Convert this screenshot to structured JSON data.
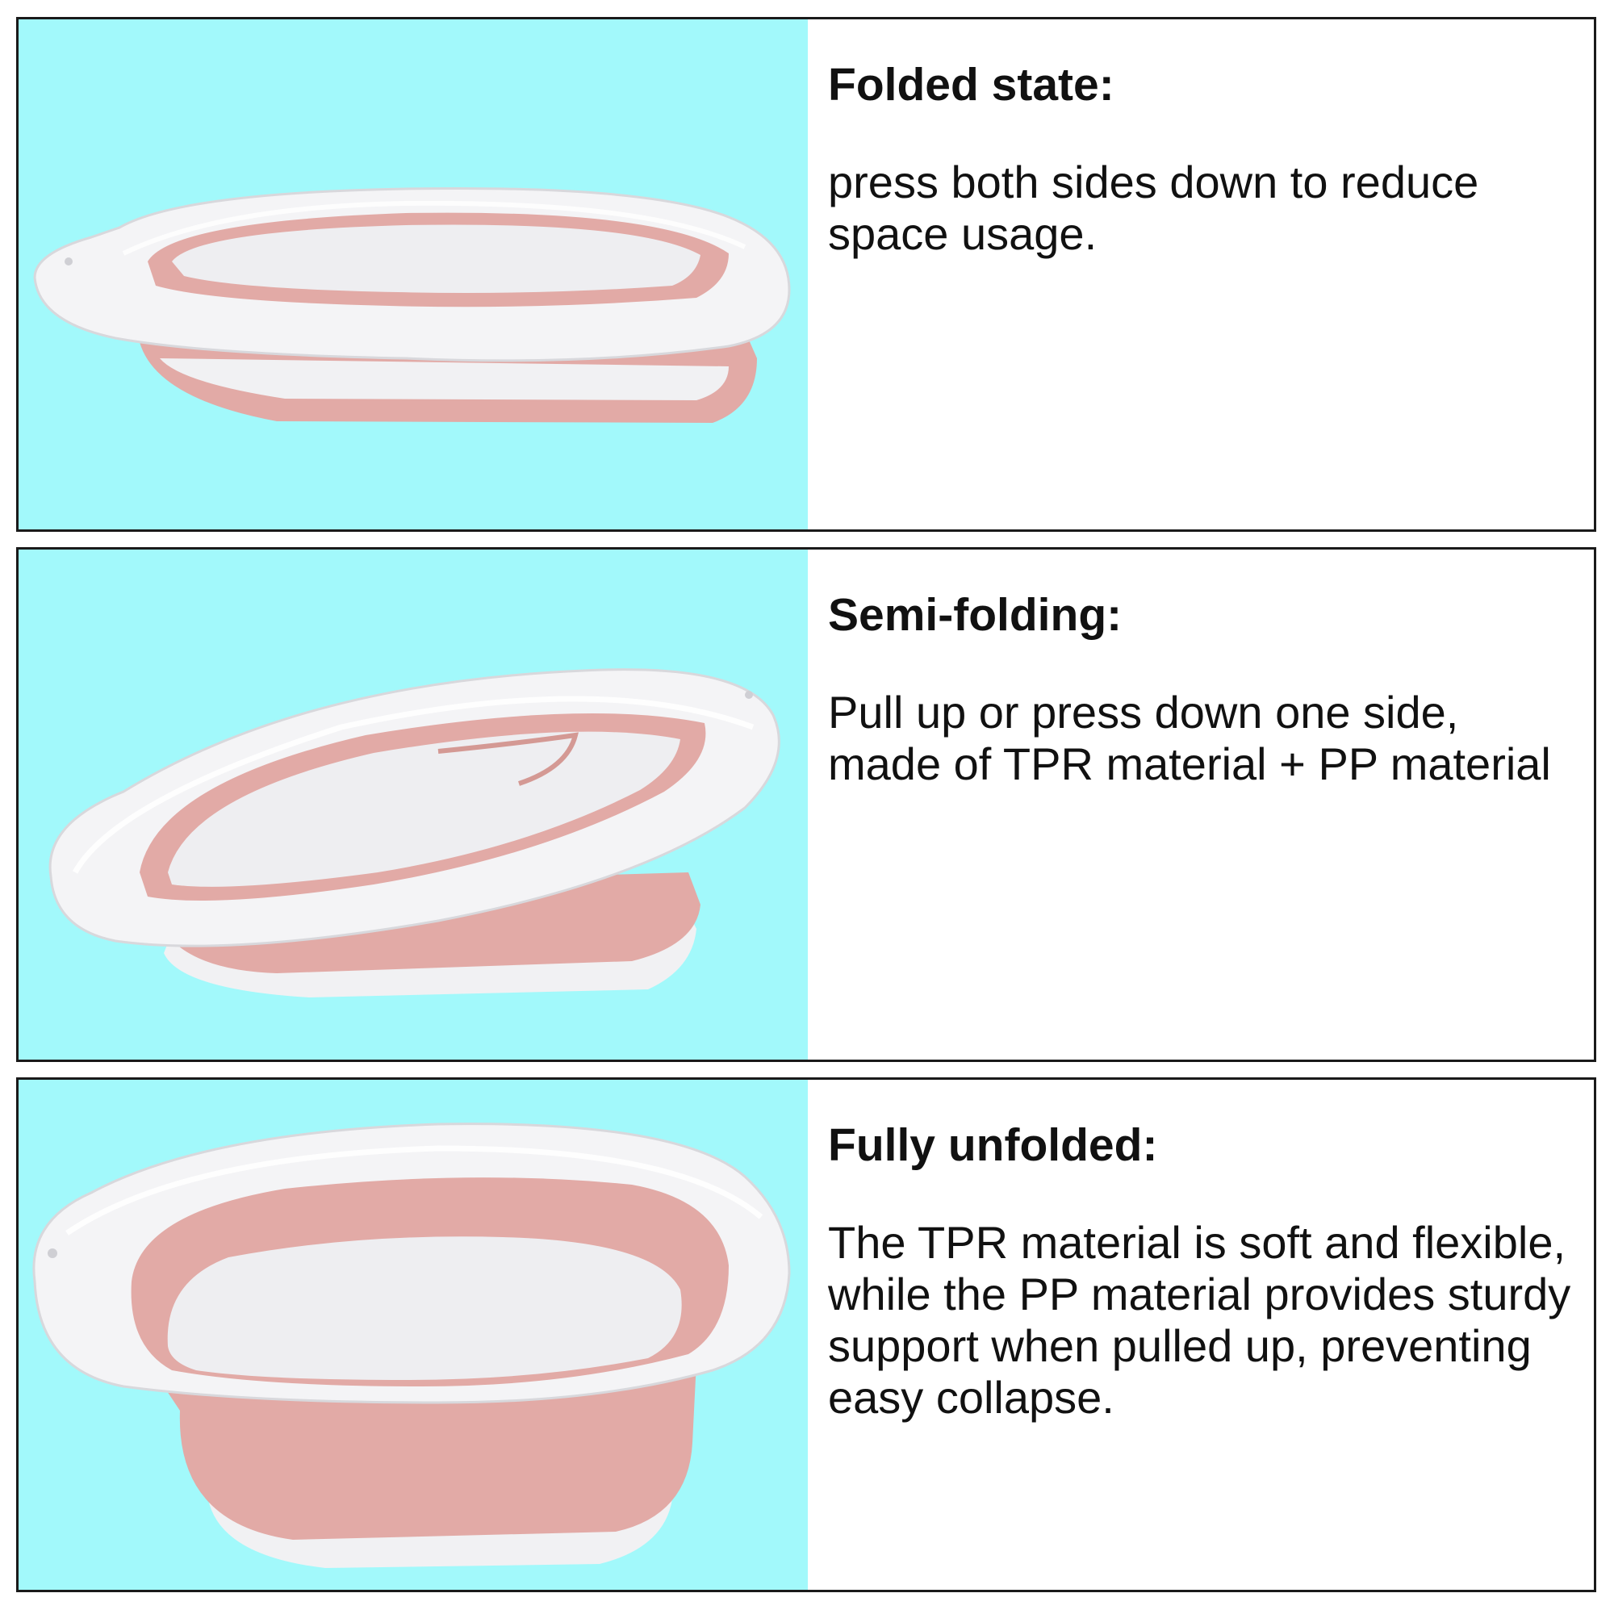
{
  "colors": {
    "photo_background": "#a2f9fb",
    "basin_white": "#f4f4f6",
    "basin_pink": "#e2aaa6",
    "border": "#1a1a1a",
    "text": "#111111"
  },
  "panels": [
    {
      "image_subject": "collapsible-basin-folded",
      "heading": "Folded state:",
      "body": "press both sides down to reduce space usage."
    },
    {
      "image_subject": "collapsible-basin-semi-folded",
      "heading": "Semi-folding:",
      "body": "Pull up or press down one side, made of TPR material + PP material"
    },
    {
      "image_subject": "collapsible-basin-unfolded",
      "heading": "Fully unfolded:",
      "body": "The TPR material is soft and flexible, while the PP material provides sturdy support when pulled up, preventing easy collapse."
    }
  ]
}
